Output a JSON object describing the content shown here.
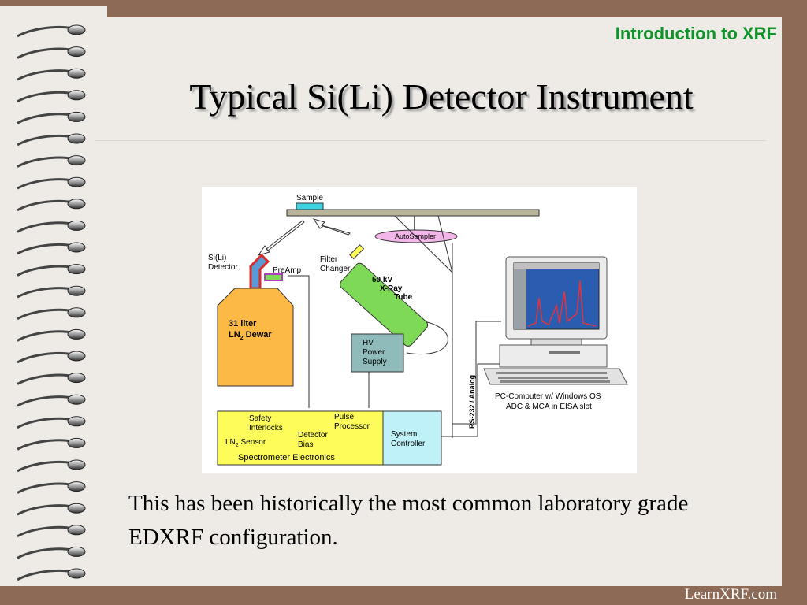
{
  "slide": {
    "header_label": "Introduction to XRF",
    "title": "Typical Si(Li) Detector Instrument",
    "body_text": "This has been historically the most common laboratory grade EDXRF configuration.",
    "footer": "LearnXRF.com"
  },
  "diagram": {
    "sample": "Sample",
    "autosampler": "AutoSampler",
    "detector_line1": "Si(Li)",
    "detector_line2": "Detector",
    "preamp": "PreAmp",
    "filter_line1": "Filter",
    "filter_line2": "Changer",
    "xray_line1": "50 kV",
    "xray_line2": "X-Ray",
    "xray_line3": "Tube",
    "dewar_line1": "31 liter",
    "dewar_line2_prefix": "LN",
    "dewar_line2_sub": "2",
    "dewar_line2_suffix": " Dewar",
    "hv_line1": "HV",
    "hv_line2": "Power",
    "hv_line3": "Supply",
    "rs232": "RS-232 / Analog",
    "pc_line1": "PC-Computer w/ Windows OS",
    "pc_line2": "ADC & MCA in EISA slot",
    "safety_line1": "Safety",
    "safety_line2": "Interlocks",
    "pulse_line1": "Pulse",
    "pulse_line2": "Processor",
    "ln2_prefix": "LN",
    "ln2_sub": "2",
    "ln2_suffix": " Sensor",
    "bias_line1": "Detector",
    "bias_line2": "Bias",
    "electronics": "Spectrometer Electronics",
    "system_line1": "System",
    "system_line2": "Controller"
  },
  "colors": {
    "header_green": "#11922c",
    "frame_brown": "#8d6a55",
    "paper": "#eeebe6",
    "dewar_orange": "#fdb945",
    "xray_green": "#7ed957",
    "electronics_yellow": "#fdfc5a",
    "controller_cyan": "#bff2f8",
    "hv_teal": "#8fbcbb",
    "detector_blue": "#5b9bd5",
    "autosampler_pink": "#f2b6e8",
    "sample_cyan": "#3fd2e0"
  }
}
